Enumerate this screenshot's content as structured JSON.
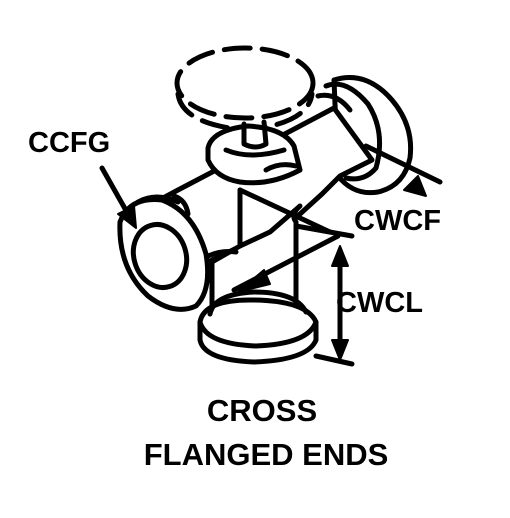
{
  "labels": {
    "ccfg": "CCFG",
    "cwcf": "CWCF",
    "cwcl": "CWCL"
  },
  "caption": {
    "line1": "CROSS",
    "line2": "FLANGED ENDS"
  },
  "colors": {
    "ink": "#000000",
    "paper": "#ffffff"
  }
}
